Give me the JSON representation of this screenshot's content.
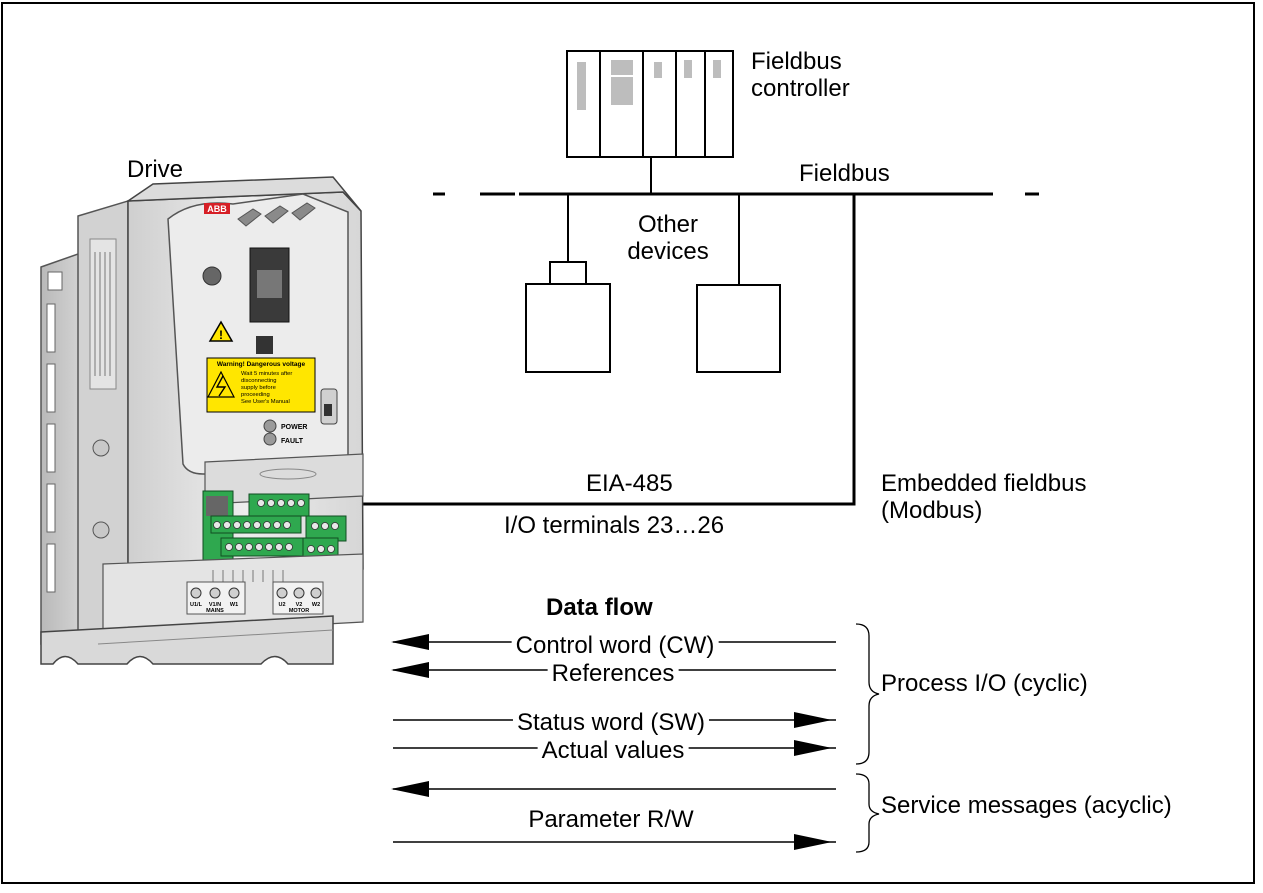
{
  "labels": {
    "fieldbus_controller": [
      "Fieldbus",
      "controller"
    ],
    "drive": "Drive",
    "fieldbus": "Fieldbus",
    "other_devices": [
      "Other",
      "devices"
    ],
    "eia485": "EIA-485",
    "io_terminals": "I/O terminals 23…26",
    "embedded_fieldbus": [
      "Embedded fieldbus",
      "(Modbus)"
    ],
    "data_flow_title": "Data flow",
    "process_io": "Process I/O (cyclic)",
    "service_messages": "Service messages (acyclic)"
  },
  "flows": [
    {
      "label": "Control word (CW)",
      "direction": "to-drive"
    },
    {
      "label": "References",
      "direction": "to-drive"
    },
    {
      "label": "Status word (SW)",
      "direction": "from-drive"
    },
    {
      "label": "Actual values",
      "direction": "from-drive"
    },
    {
      "label": "Parameter R/W",
      "direction": "both"
    }
  ],
  "drive_device": {
    "brand": "ABB",
    "warning_title": "Warning! Dangerous voltage",
    "warning_text": [
      "Wait 5 minutes after",
      "disconnecting",
      "supply before",
      "proceeding",
      "See User's Manual"
    ],
    "led_power": "POWER",
    "led_fault": "FAULT",
    "terminals_mains": [
      "U1/L",
      "V1/N",
      "W1"
    ],
    "mains_label": "MAINS",
    "terminals_motor": [
      "U2",
      "V2",
      "W2"
    ],
    "motor_label": "MOTOR"
  },
  "colors": {
    "ink": "#000000",
    "warning": "#ffe600",
    "terminal_green": "#2fa84f",
    "drive_body": "#e9e9e9"
  }
}
